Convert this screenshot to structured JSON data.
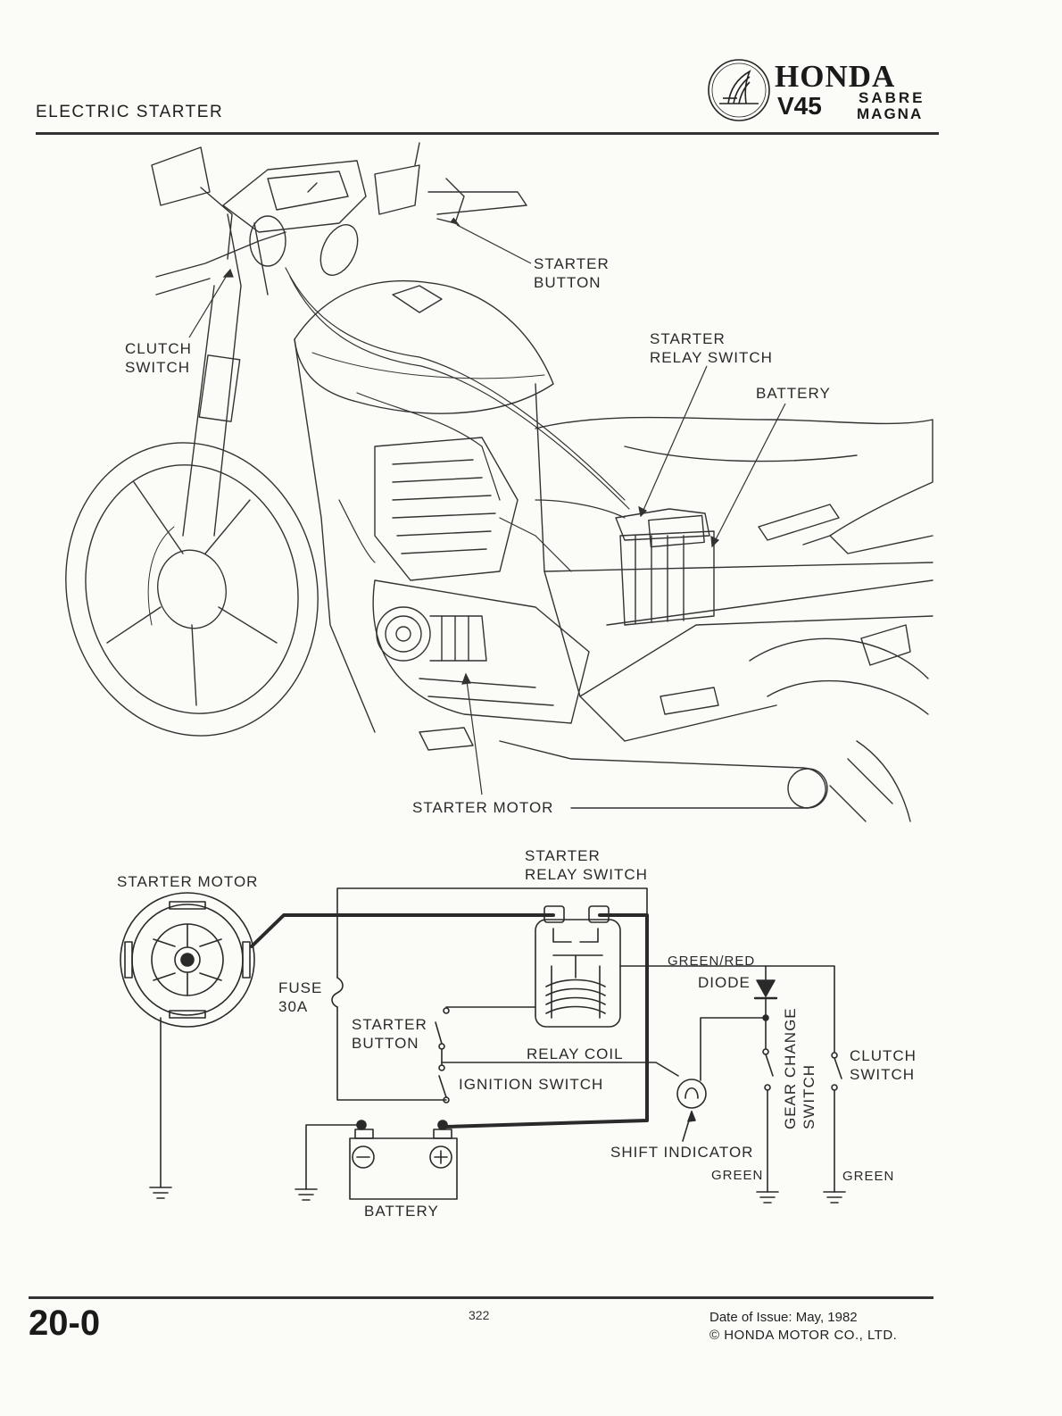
{
  "header": {
    "section_title": "ELECTRIC STARTER",
    "brand": "HONDA",
    "model": "V45",
    "variant_1": "SABRE",
    "variant_2": "MAGNA"
  },
  "illustration_labels": {
    "starter_button": "STARTER\nBUTTON",
    "clutch_switch": "CLUTCH\nSWITCH",
    "starter_relay_switch": "STARTER\nRELAY SWITCH",
    "battery": "BATTERY",
    "starter_motor": "STARTER MOTOR"
  },
  "schematic_labels": {
    "starter_motor": "STARTER MOTOR",
    "starter_relay_switch": "STARTER\nRELAY SWITCH",
    "fuse": "FUSE\n30A",
    "starter_button": "STARTER\nBUTTON",
    "relay_coil": "RELAY COIL",
    "ignition_switch": "IGNITION SWITCH",
    "green_red": "GREEN/RED",
    "diode": "DIODE",
    "gear_change_switch": "GEAR CHANGE\nSWITCH",
    "clutch_switch": "CLUTCH\nSWITCH",
    "shift_indicator": "SHIFT INDICATOR",
    "green_1": "GREEN",
    "green_2": "GREEN",
    "battery": "BATTERY"
  },
  "footer": {
    "section_number": "20-0",
    "page_number": "322",
    "date_of_issue": "Date of Issue: May, 1982",
    "copyright": "© HONDA MOTOR CO., LTD."
  }
}
